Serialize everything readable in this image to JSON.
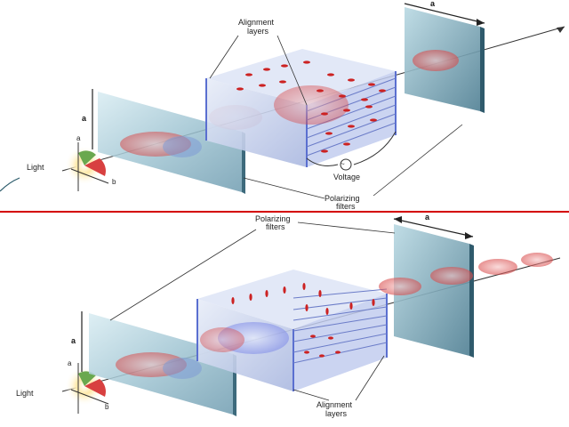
{
  "top": {
    "alignment_layers_line1": "Alignment",
    "alignment_layers_line2": "layers",
    "voltage": "Voltage",
    "polarizing_filters_line1": "Polarizing",
    "polarizing_filters_line2": "filters",
    "light": "Light",
    "dim_a_top": "a",
    "dim_a_left": "a",
    "dim_a_source": "a",
    "dim_b_source": "b"
  },
  "bottom": {
    "polarizing_filters_line1": "Polarizing",
    "polarizing_filters_line2": "filters",
    "alignment_layers_line1": "Alignment",
    "alignment_layers_line2": "layers",
    "light": "Light",
    "dim_a_top": "a",
    "dim_a_left": "a",
    "dim_a_source": "a",
    "dim_b_source": "b"
  },
  "colors": {
    "divider": "#d40000",
    "glass": "#8fb8c8",
    "cell": "#c8d4ee",
    "molecule": "#cc2222",
    "wave": "#e05050"
  }
}
